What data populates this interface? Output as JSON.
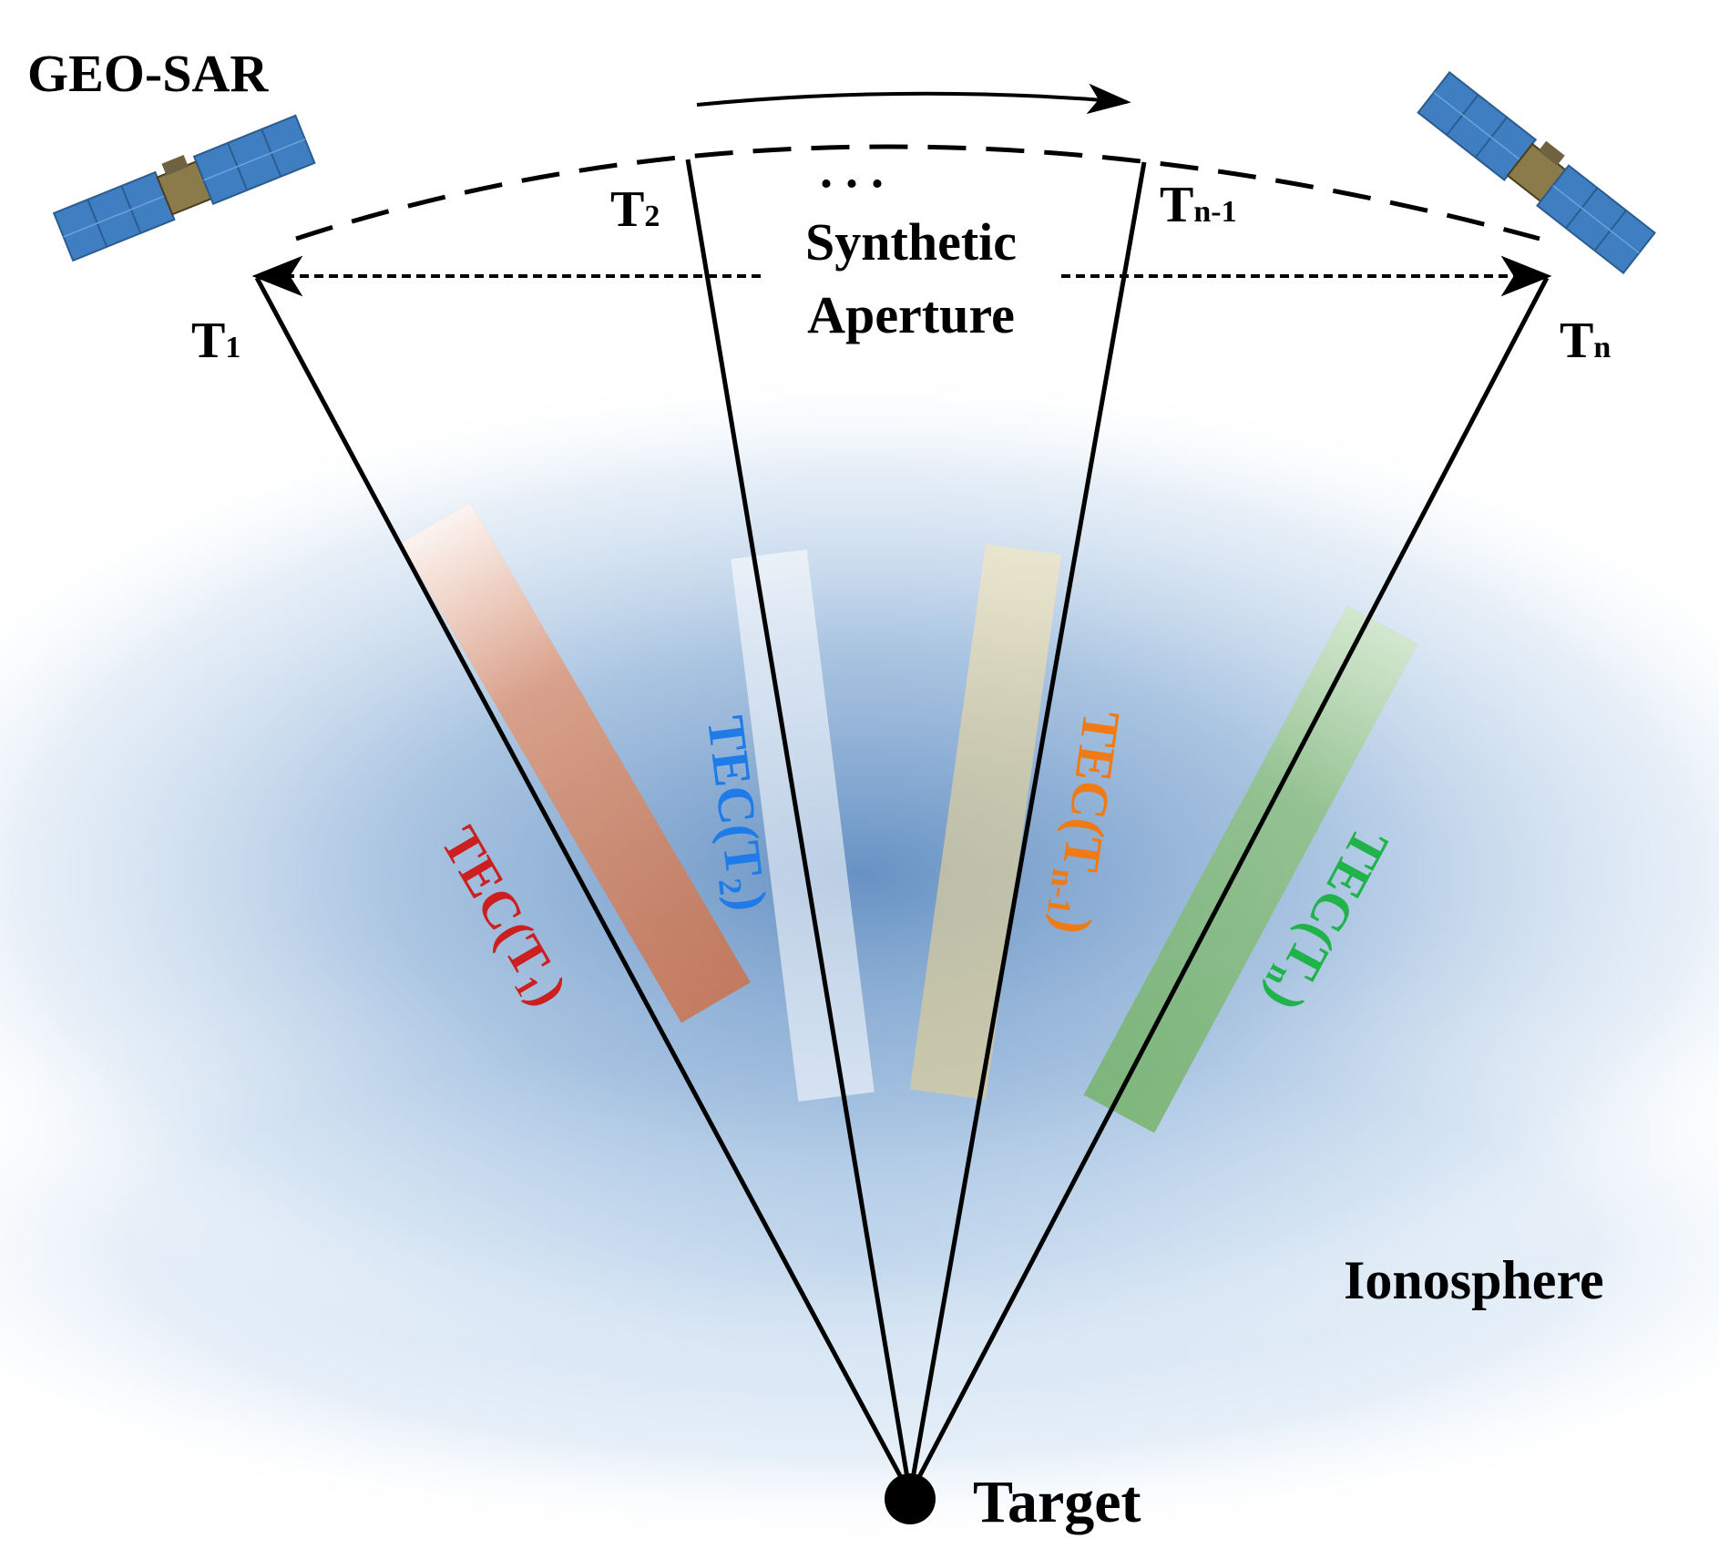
{
  "title": "GEO-SAR",
  "aperture_label": {
    "line1": "Synthetic",
    "line2": "Aperture"
  },
  "ellipsis": ". . .",
  "positions": [
    {
      "id": "t1",
      "base": "T",
      "sub": "1"
    },
    {
      "id": "t2",
      "base": "T",
      "sub": "2"
    },
    {
      "id": "tn1",
      "base": "T",
      "sub": "n-1"
    },
    {
      "id": "tn",
      "base": "T",
      "sub": "n"
    }
  ],
  "tec_labels": [
    {
      "id": "tec1",
      "base": "TEC(T",
      "sub": "1",
      "close": ")",
      "color": "#cc1f1f"
    },
    {
      "id": "tec2",
      "base": "TEC(T",
      "sub": "2",
      "close": ")",
      "color": "#1e7be8"
    },
    {
      "id": "tecn1",
      "base": "TEC(T",
      "sub": "n-1",
      "close": ")",
      "color": "#f07a14"
    },
    {
      "id": "tecn",
      "base": "TEC(T",
      "sub": "n",
      "close": ")",
      "color": "#1fb34a"
    }
  ],
  "band_colors": {
    "tec1": "#d4693a",
    "tec2": "#ffffff",
    "tecn1": "#e6cf8a",
    "tecn": "#6fb05a"
  },
  "ionosphere_label": "Ionosphere",
  "target_label": "Target",
  "colors": {
    "ionosphere_core": "#6f98c6",
    "ionosphere_edge": "#cfe0f1",
    "line": "#000000"
  }
}
